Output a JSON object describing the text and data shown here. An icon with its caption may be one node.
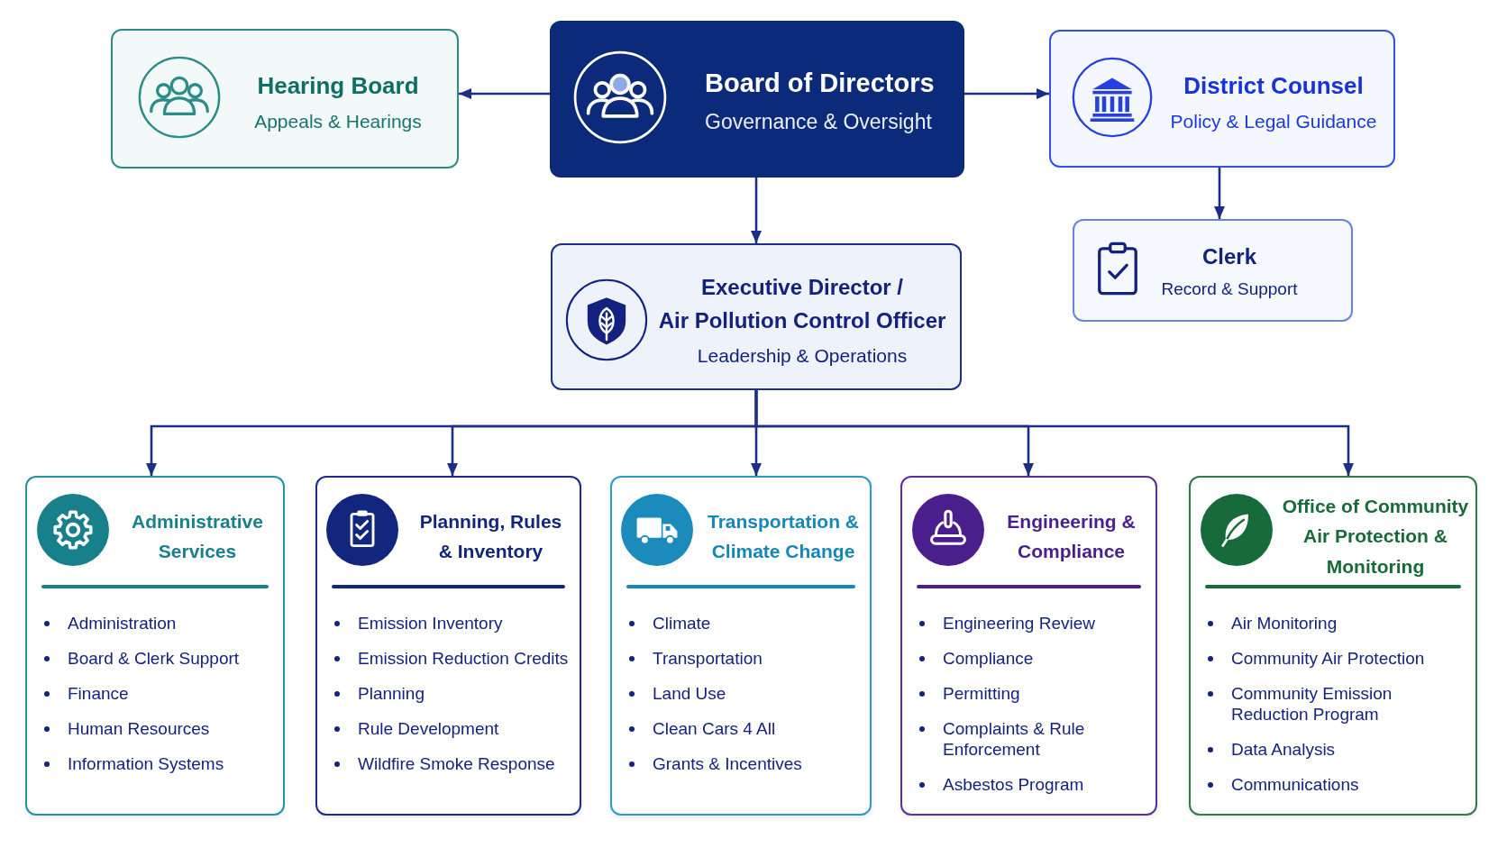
{
  "diagram": {
    "nodes": [
      {
        "text": [
          "Hearing Board",
          "Appeals & Hearings"
        ]
      },
      {
        "text": [
          "Board of Directors",
          "Governance & Oversight"
        ]
      },
      {
        "text": [
          "District Counsel",
          "Policy & Legal Guidance"
        ]
      },
      {
        "text": [
          "Executive Director / Air Pollution Control Officer",
          "Leadership & Operations"
        ]
      },
      {
        "text": [
          "Clerk",
          "Record & Support"
        ]
      },
      {
        "text": [
          "Administrative Services",
          "Administration",
          "Board & Clerk Support",
          "Finance",
          "Human Resources",
          "Information Systems"
        ]
      },
      {
        "text": [
          "Planning, Rules & Inventory",
          "Emission Inventory",
          "Emission Reduction Credits",
          "Planning",
          "Rule Development",
          "Wildfire Smoke Response"
        ]
      },
      {
        "text": [
          "Transportation & Climate Change",
          "Climate",
          "Transportation",
          "Land Use",
          "Clean Cars 4 All",
          "Grants & Incentives"
        ]
      },
      {
        "text": [
          "Engineering & Compliance",
          "Engineering Review",
          "Compliance",
          "Permitting",
          "Complaints & Rule Enforcement",
          "Asbestos Program"
        ]
      },
      {
        "text": [
          "Office of Community Air Protection & Monitoring",
          "Air Monitoring",
          "Community Air Protection",
          "Community Emission Reduction Program",
          "Data Analysis",
          "Communications"
        ]
      }
    ],
    "edges": [
      {
        "from": 1,
        "to": 0,
        "arrow": "to"
      },
      {
        "from": 1,
        "to": 2,
        "arrow": "to"
      },
      {
        "from": 1,
        "to": 3,
        "arrow": "to"
      },
      {
        "from": 2,
        "to": 4,
        "arrow": "to"
      },
      {
        "from": 3,
        "to": 5,
        "arrow": "to"
      },
      {
        "from": 3,
        "to": 6,
        "arrow": "to"
      },
      {
        "from": 3,
        "to": 7,
        "arrow": "to"
      },
      {
        "from": 3,
        "to": 8,
        "arrow": "to"
      },
      {
        "from": 3,
        "to": 9,
        "arrow": "to"
      }
    ]
  }
}
